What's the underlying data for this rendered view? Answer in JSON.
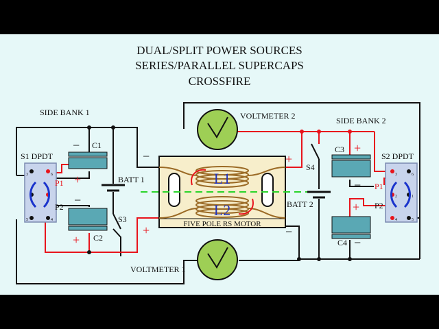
{
  "title": {
    "line1": "DUAL/SPLIT POWER SOURCES",
    "line2": "SERIES/PARALLEL SUPERCAPS",
    "line3": "CROSSFIRE"
  },
  "labels": {
    "side_bank_1": "SIDE BANK 1",
    "side_bank_2": "SIDE BANK 2",
    "voltmeter_1": "VOLTMETER 1",
    "voltmeter_2": "VOLTMETER 2",
    "batt_1": "BATT 1",
    "batt_2": "BATT 2",
    "motor": "FIVE POLE RS MOTOR",
    "coil_1": "L1",
    "coil_2": "L2",
    "s1": "S1 DPDT",
    "s2": "S2 DPDT",
    "s3": "S3",
    "s4": "S4",
    "c1": "C1",
    "c2": "C2",
    "c3": "C3",
    "c4": "C4",
    "p1_left": "P1",
    "p2_left": "P2",
    "p1_right": "P1",
    "p2_right": "P2",
    "plus": "+",
    "minus": "−",
    "pin1": "1",
    "pin2": "2",
    "pin3": "3",
    "pin4": "4",
    "pin5": "5",
    "pin6": "6"
  },
  "colors": {
    "background": "#e6f8f8",
    "wire_black": "#111111",
    "wire_red": "#e8141c",
    "meter_fill": "#9ecf55",
    "motor_fill": "#f7eecb",
    "coil": "#9b6a25",
    "coil_label": "#2233bb",
    "cap_fill": "#5aa8b4",
    "switch_box": "#c8d4ec",
    "jumper_blue": "#1a33cc",
    "axis_green": "#28d428"
  }
}
